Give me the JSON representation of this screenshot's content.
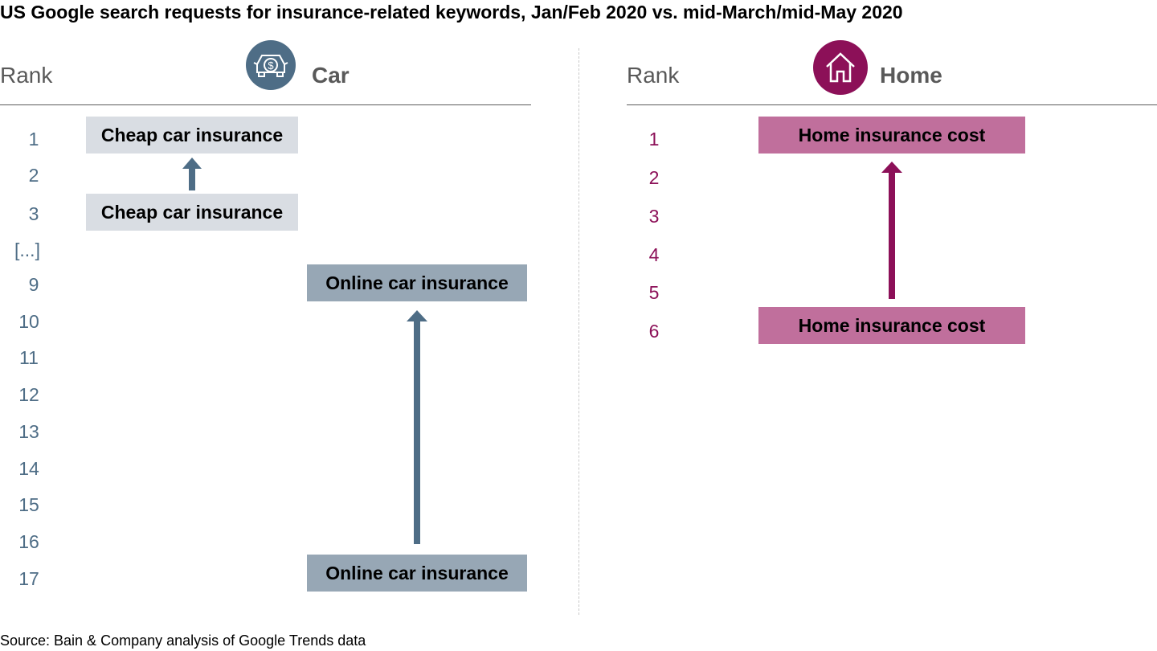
{
  "title": "US Google search requests for insurance-related keywords, Jan/Feb 2020 vs. mid-March/mid-May 2020",
  "colors": {
    "car": "#4e6d86",
    "home": "#8c1058"
  },
  "car": {
    "rank_label": "Rank",
    "label": "Car",
    "icon": "car-dollar-icon",
    "ranks": [
      "1",
      "2",
      "3",
      "[...]",
      "9",
      "10",
      "11",
      "12",
      "13",
      "14",
      "15",
      "16",
      "17"
    ],
    "keywords": [
      {
        "text": "Cheap car insurance",
        "from_rank": 3,
        "to_rank": 1
      },
      {
        "text": "Online car insurance",
        "from_rank": 17,
        "to_rank": 9
      }
    ]
  },
  "home": {
    "rank_label": "Rank",
    "label": "Home",
    "icon": "house-icon",
    "ranks": [
      "1",
      "2",
      "3",
      "4",
      "5",
      "6"
    ],
    "keywords": [
      {
        "text": "Home insurance cost",
        "from_rank": 6,
        "to_rank": 1
      }
    ]
  },
  "source": "Source: Bain & Company analysis of Google Trends data"
}
